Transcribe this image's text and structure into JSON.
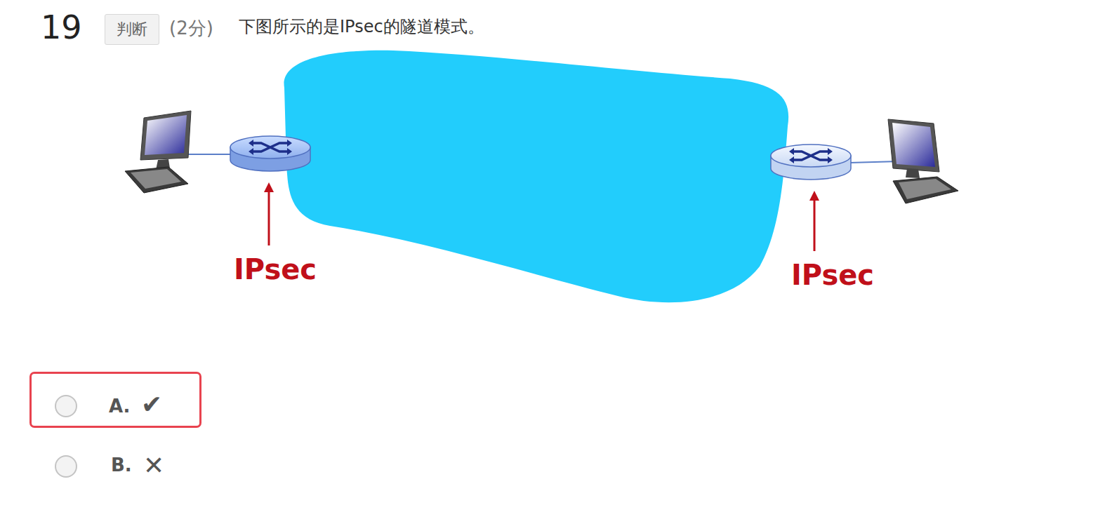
{
  "diagram": {
    "nodes": [
      {
        "text": [
          "判断"
        ]
      },
      {
        "text": [
          "A.",
          "✔"
        ]
      }
    ],
    "labels": [
      "19",
      "(2分)",
      "下图所示的是IPsec的隧道模式。",
      "IPsec",
      "IPsec",
      "B.",
      "✕"
    ]
  }
}
